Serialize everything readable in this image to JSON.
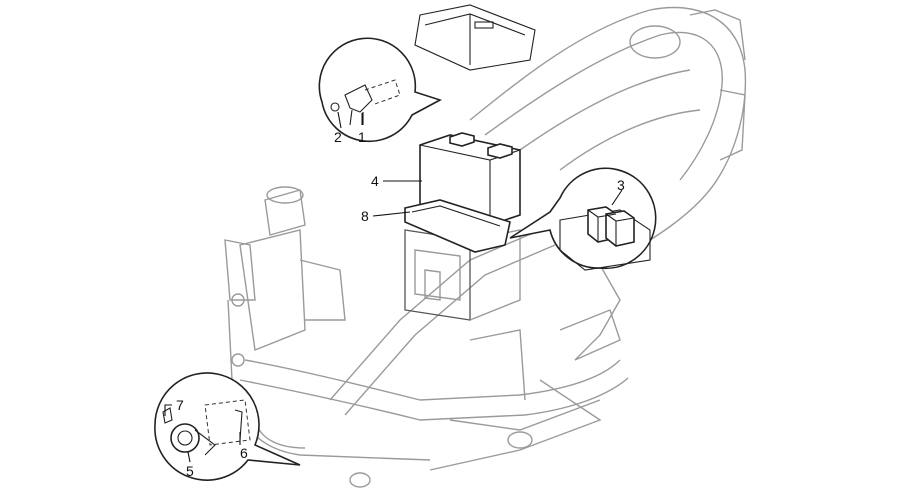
{
  "callouts": [
    {
      "id": "c1",
      "label": "1"
    },
    {
      "id": "c2",
      "label": "2"
    },
    {
      "id": "c3",
      "label": "3"
    },
    {
      "id": "c4",
      "label": "4"
    },
    {
      "id": "c5",
      "label": "5"
    },
    {
      "id": "c6",
      "label": "6"
    },
    {
      "id": "c7",
      "label": "7"
    },
    {
      "id": "c8",
      "label": "8"
    }
  ],
  "colors": {
    "line": "#222222",
    "frame": "#9a9a9a",
    "background": "#ffffff"
  },
  "icons": [
    "scooter-frame-icon",
    "battery-icon",
    "relay-icon",
    "horn-icon",
    "bracket-icon",
    "screw-icon",
    "glovebox-icon"
  ]
}
